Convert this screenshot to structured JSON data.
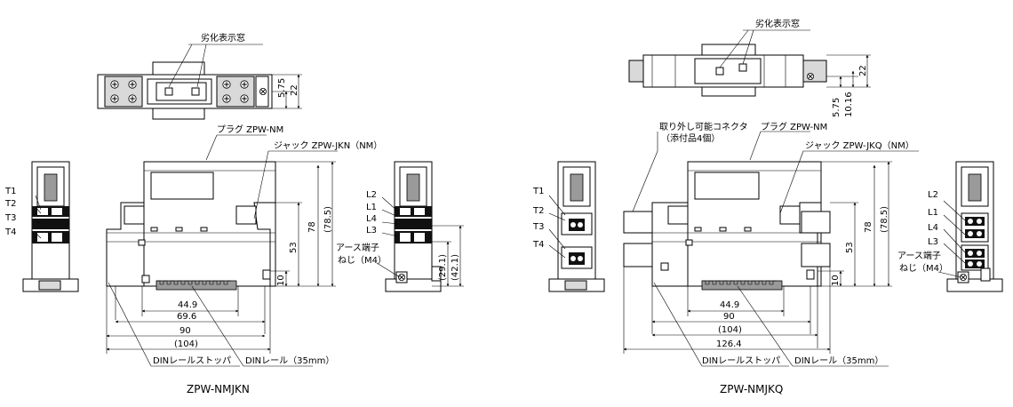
{
  "left": {
    "top_view": {
      "window_label": "劣化表示窓",
      "dim_575": "5.75",
      "dim_22": "22"
    },
    "front": {
      "plug_label": "プラグ ZPW-NM",
      "jack_label": "ジャック ZPW-JKN（NM）",
      "dim_78": "78",
      "dim_785": "(78.5)",
      "dim_53": "53",
      "dim_10": "10",
      "dim_449": "44.9",
      "dim_696": "69.6",
      "dim_90": "90",
      "dim_104": "(104)",
      "stopper_label": "DINレールストッパ",
      "rail_label": "DINレール（35mm）"
    },
    "left_side": {
      "t1": "T1",
      "t2": "T2",
      "t3": "T3",
      "t4": "T4"
    },
    "right_side": {
      "l2": "L2",
      "l1": "L1",
      "l4": "L4",
      "l3": "L3",
      "earth_label": "アース端子",
      "screw_label": "ねじ（M4）",
      "dim_291": "(29.1)",
      "dim_421": "(42.1)"
    },
    "model": "ZPW-NMJKN"
  },
  "right": {
    "top_view": {
      "window_label": "劣化表示窓",
      "dim_22": "22",
      "dim_575": "5.75",
      "dim_1016": "10.16"
    },
    "front": {
      "connector_label_1": "取り外し可能コネクタ",
      "connector_label_2": "（添付品4個）",
      "plug_label": "プラグ ZPW-NM",
      "jack_label": "ジャック ZPW-JKQ（NM）",
      "dim_78": "78",
      "dim_785": "(78.5)",
      "dim_53": "53",
      "dim_10": "10",
      "dim_449": "44.9",
      "dim_90": "90",
      "dim_104": "(104)",
      "dim_1264": "126.4",
      "stopper_label": "DINレールストッパ",
      "rail_label": "DINレール（35mm）"
    },
    "left_side": {
      "t1": "T1",
      "t2": "T2",
      "t3": "T3",
      "t4": "T4"
    },
    "right_side": {
      "l2": "L2",
      "l1": "L1",
      "l4": "L4",
      "l3": "L3",
      "earth_label": "アース端子",
      "screw_label": "ねじ（M4）"
    },
    "model": "ZPW-NMJKQ"
  }
}
